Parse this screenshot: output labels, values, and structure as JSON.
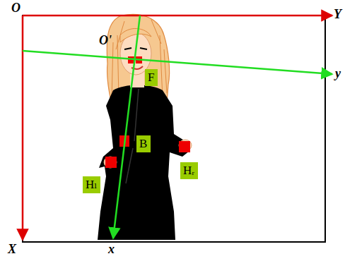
{
  "diagram": {
    "nodes": [
      {
        "text": [
          "F"
        ]
      },
      {
        "text": [
          "B"
        ]
      },
      {
        "text": [
          "Hₗ"
        ]
      },
      {
        "text": [
          "Hᵣ"
        ]
      }
    ],
    "labels": [
      "O",
      "Y",
      "O'",
      "y",
      "X",
      "x"
    ]
  }
}
